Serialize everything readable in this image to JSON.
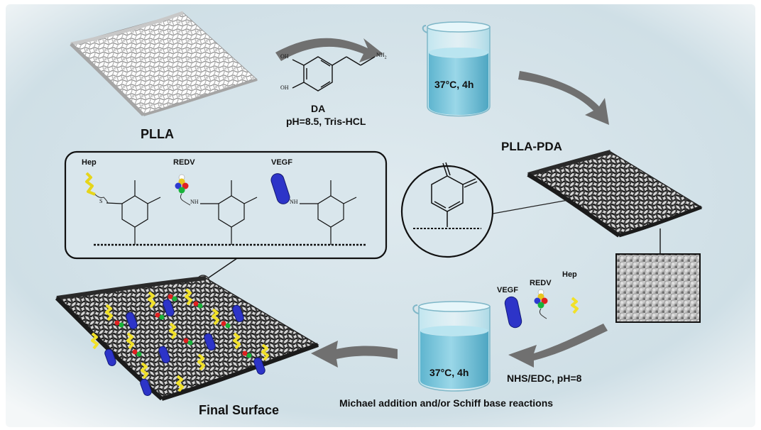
{
  "materials": {
    "plla": "PLLA",
    "plla_pda": "PLLA-PDA",
    "final_surface": "Final Surface"
  },
  "step1": {
    "reagent": "DA",
    "conditions": "pH=8.5, Tris-HCL",
    "oh_top": "OH",
    "oh_bottom": "OH",
    "amine": "NH",
    "amine_sub": "2"
  },
  "beaker1": {
    "label": "37°C, 4h"
  },
  "beaker2": {
    "label": "37°C, 4h"
  },
  "step2": {
    "conditions": "NHS/EDC, pH=8",
    "reactions": "Michael addition and/or Schiff base reactions",
    "molecules": [
      "VEGF",
      "REDV",
      "Hep"
    ]
  },
  "callout": {
    "molecules": [
      "Hep",
      "REDV",
      "VEGF"
    ],
    "s_label": "S",
    "nh1": "NH",
    "nh2": "NH"
  },
  "colors": {
    "background": "#d9e6ec",
    "arrow": "#6e6e6e",
    "beaker_liquid": "#7dc6dc",
    "hep": "#f1e12a",
    "vegf": "#2d34c8",
    "scaffold_white": "#e8e8e8",
    "scaffold_dark": "#2b2b2b"
  }
}
